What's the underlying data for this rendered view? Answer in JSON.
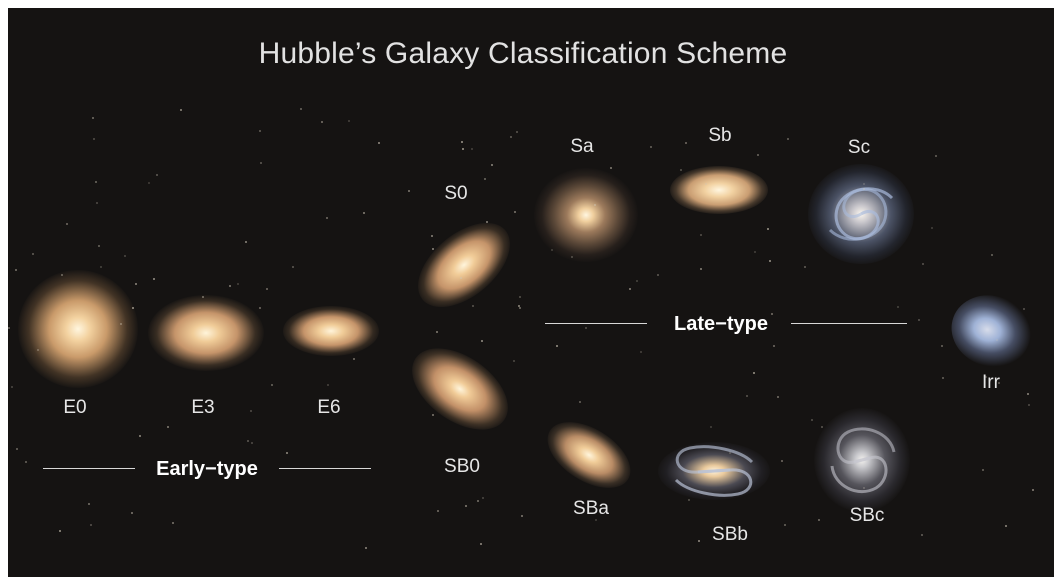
{
  "title": "Hubble’s Galaxy Classification Scheme",
  "groups": {
    "early": "Early−type",
    "late": "Late−type"
  },
  "galaxies": {
    "E0": "E0",
    "E3": "E3",
    "E6": "E6",
    "S0": "S0",
    "SB0": "SB0",
    "Sa": "Sa",
    "Sb": "Sb",
    "Sc": "Sc",
    "SBa": "SBa",
    "SBb": "SBb",
    "SBc": "SBc",
    "Irr": "Irr"
  },
  "colors": {
    "background": "#151312",
    "core": "#fff3d6",
    "halo": "#c9a27a",
    "spiral_blue": "#9fb4d8"
  }
}
